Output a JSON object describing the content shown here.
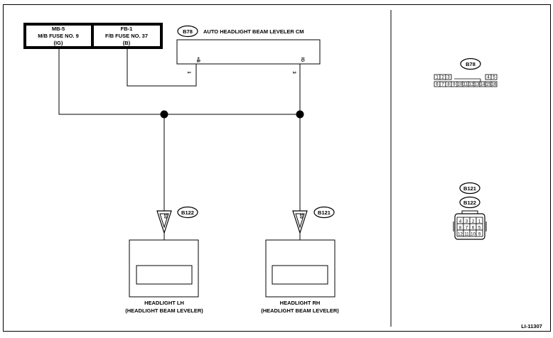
{
  "fuses": {
    "left": {
      "line1": "MB-5",
      "line2": "M/B FUSE NO. 9",
      "line3": "(IG)"
    },
    "right": {
      "line1": "FB-1",
      "line2": "F/B FUSE NO. 37",
      "line3": "(B)"
    }
  },
  "control_module": {
    "connector_id": "B78",
    "title": "AUTO HEADLIGHT BEAM LEVELER CM",
    "pin_a_number": "1",
    "pin_a_name": "+B",
    "pin_b_number": "3",
    "pin_b_name": "IG"
  },
  "headlights": {
    "lh": {
      "connector_id": "B122",
      "pin_number": "10",
      "line1": "HEADLIGHT LH",
      "line2": "(HEADLIGHT BEAM LEVELER)"
    },
    "rh": {
      "connector_id": "B121",
      "pin_number": "10",
      "line1": "HEADLIGHT RH",
      "line2": "(HEADLIGHT BEAM LEVELER)"
    }
  },
  "connector_views": {
    "b78": {
      "id": "B78",
      "top_left_pins": [
        "1",
        "2",
        "3"
      ],
      "top_right_pins": [
        "4",
        "5"
      ],
      "bottom_pins": [
        "6",
        "7",
        "8",
        "9",
        "10",
        "11",
        "12",
        "13",
        "14",
        "15",
        "16"
      ]
    },
    "b121_b122": {
      "ids": [
        "B121",
        "B122"
      ],
      "rows": [
        [
          "4",
          "3",
          "2",
          "1"
        ],
        [
          "8",
          "7",
          "6",
          "5"
        ],
        [
          "12",
          "11",
          "10",
          "9"
        ]
      ]
    }
  },
  "figure_code": "LI-11307",
  "colors": {
    "line": "#000000",
    "background": "#ffffff"
  }
}
